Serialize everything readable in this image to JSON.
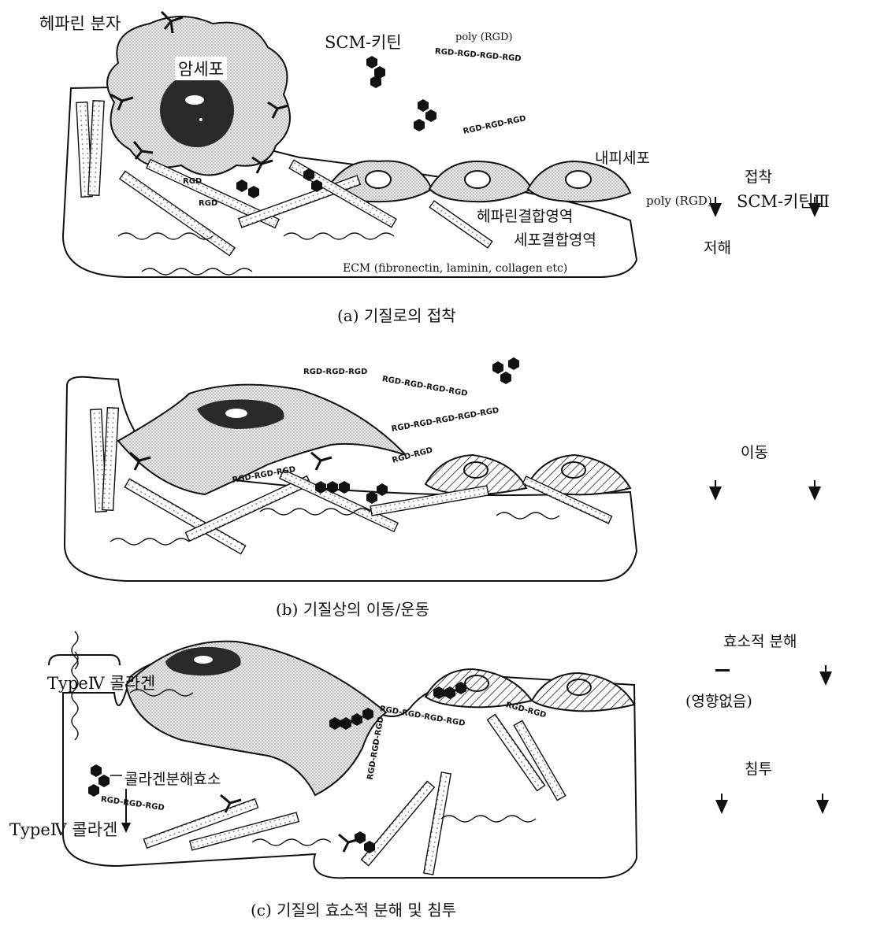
{
  "panel_a": {
    "heparin_molecule": "헤파린 분자",
    "cancer_cell": "암세포",
    "scm_chitin": "SCM-키틴",
    "poly_rgd": "poly (RGD)",
    "rgd_chain_1": "RGD-RGD-RGD-RGD",
    "rgd_chain_2": "RGD-RGD-RGD",
    "rgd_small_1": "RGD",
    "rgd_small_2": "RGD",
    "endothelial_cell": "내피세포",
    "heparin_binding_domain": "헤파린결합영역",
    "cell_binding_domain": "세포결합영역",
    "ecm": "ECM (fibronectin, laminin, collagen etc)",
    "caption": "(a) 기질로의 접착"
  },
  "panel_b": {
    "rgd_chain_1": "RGD-RGD-RGD",
    "rgd_chain_2": "RGD-RGD-RGD-RGD",
    "rgd_chain_3": "RGD-RGD-RGD-RGD-RGD",
    "rgd_chain_4": "RGD-RGD",
    "rgd_chain_5": "RGD-RGD-RGD",
    "caption": "(b) 기질상의 이동/운동"
  },
  "panel_c": {
    "type4_collagen_top": "TypeⅣ 콜라겐",
    "type4_collagen_bottom": "TypeⅣ 콜라겐",
    "collagenase": "콜라겐분해효소",
    "rgd_chain_1": "RGD-RGD-RGD-RGD",
    "rgd_chain_2": "RGD-RGD",
    "rgd_chain_3": "RGD-RGD-RGD",
    "rgd_chain_4": "RGD-RGD-RGD",
    "caption": "(c) 기질의 효소적 분해 및 침투"
  },
  "legend": {
    "col1_header": "poly (RGD)",
    "col2_header": "SCM-키틴Ⅲ",
    "adhesion": "접착",
    "inhibition": "저해",
    "migration": "이동",
    "enzymatic_degradation": "효소적 분해",
    "no_effect": "(영향없음)",
    "invasion": "침투"
  }
}
